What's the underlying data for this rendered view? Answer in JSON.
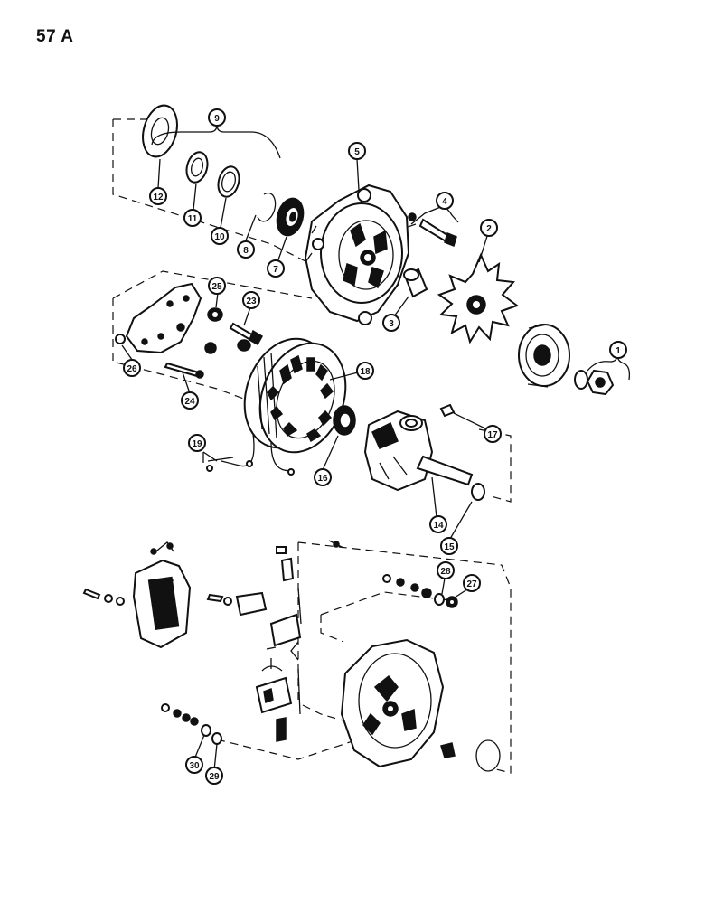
{
  "page": {
    "number": "57 A"
  },
  "callouts": [
    "1",
    "2",
    "3",
    "4",
    "5",
    "7",
    "8",
    "9",
    "10",
    "11",
    "12",
    "14",
    "15",
    "16",
    "17",
    "18",
    "19",
    "23",
    "24",
    "25",
    "26",
    "27",
    "28",
    "29",
    "30"
  ]
}
